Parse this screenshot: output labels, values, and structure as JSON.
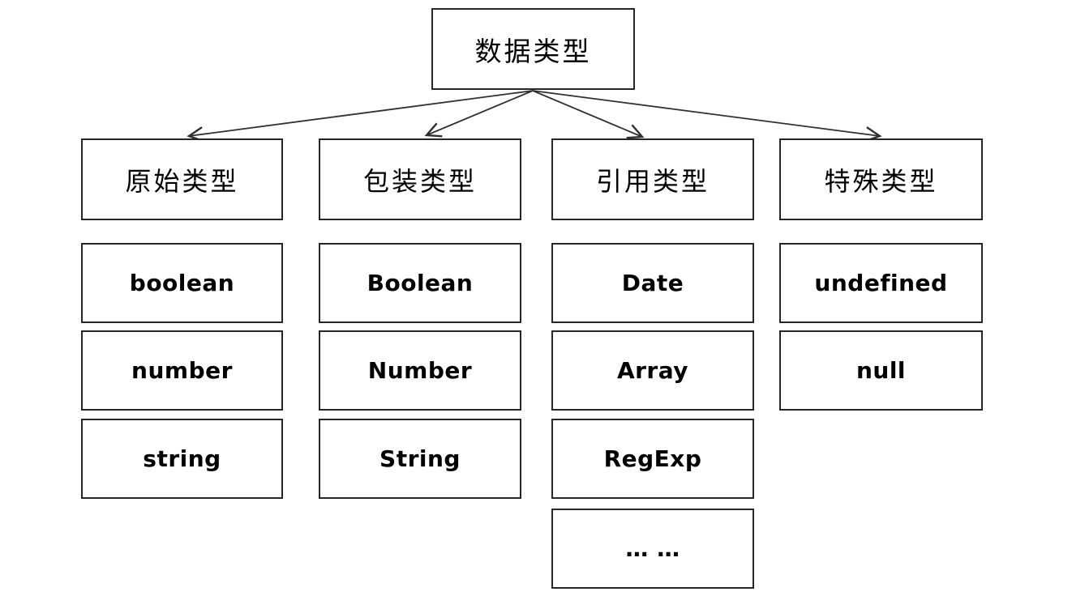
{
  "diagram": {
    "title": "数据类型",
    "root": {
      "label": "数据类型"
    },
    "columns": [
      {
        "header": "原始类型",
        "items": [
          "boolean",
          "number",
          "string"
        ]
      },
      {
        "header": "包装类型",
        "items": [
          "Boolean",
          "Number",
          "String"
        ]
      },
      {
        "header": "引用类型",
        "items": [
          "Date",
          "Array",
          "RegExp",
          "… …"
        ]
      },
      {
        "header": "特殊类型",
        "items": [
          "undefined",
          "null"
        ]
      }
    ],
    "colors": {
      "background": "#ffffff",
      "box_border": "#262626",
      "arrow": "#303030",
      "text": "#000000"
    }
  }
}
